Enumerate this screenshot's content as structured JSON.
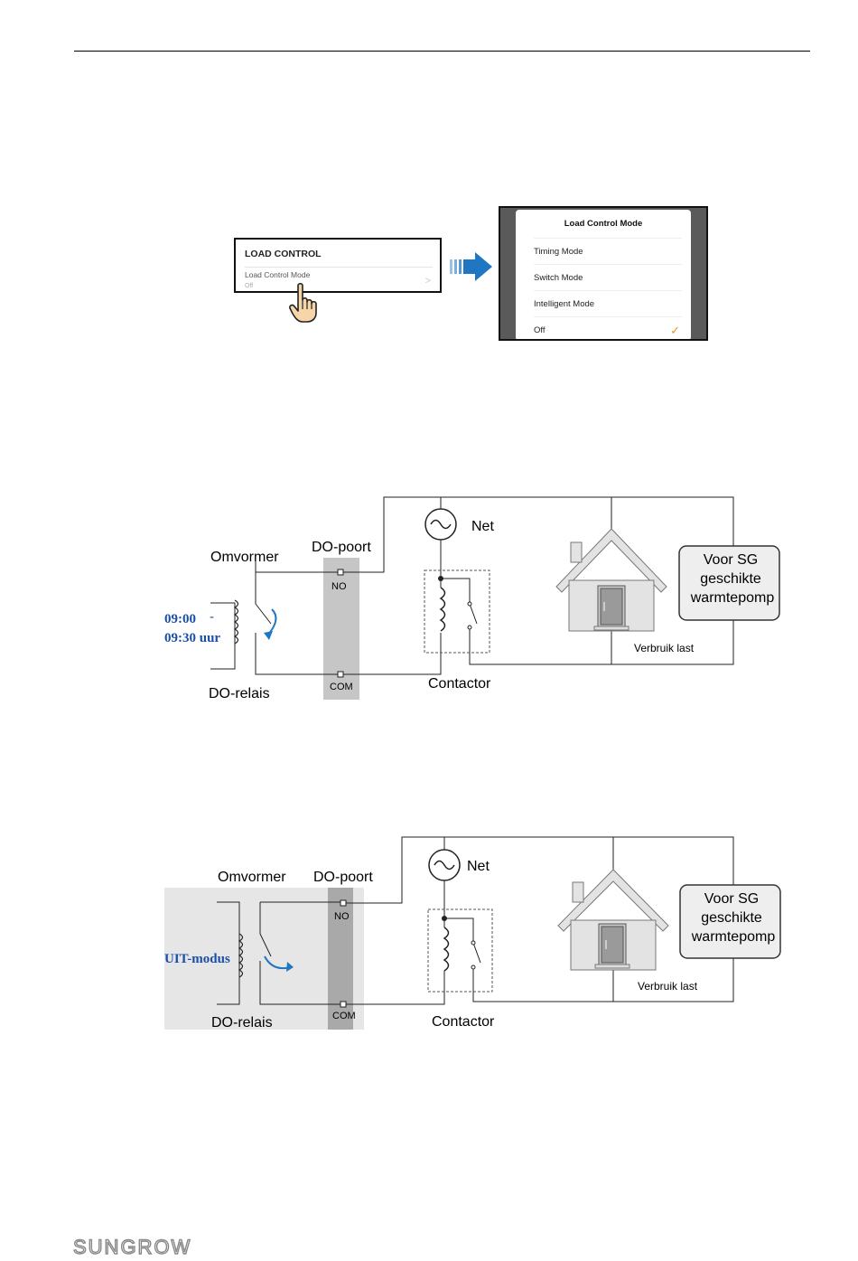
{
  "app": {
    "load_control": {
      "title": "LOAD CONTROL",
      "mode_label": "Load Control Mode",
      "mode_value": "Off",
      "chevron": ">"
    },
    "dialog": {
      "title": "Load Control Mode",
      "options": [
        "Timing Mode",
        "Switch Mode",
        "Intelligent Mode",
        "Off"
      ],
      "selected": "Off",
      "check_icon": "checkmark-icon",
      "accent_color": "#e8912d"
    },
    "arrow_icon": "right-arrow-icon",
    "hand_icon": "pointing-hand-icon",
    "arrow_color": "#1f76c2"
  },
  "diagram1": {
    "inverter": "Omvormer",
    "do_port": "DO-poort",
    "no": "NO",
    "com": "COM",
    "do_relay": "DO-relais",
    "time_start": "09:00",
    "time_end": "09:30 uur",
    "dash": "-",
    "grid": "Net",
    "contactor": "Contactor",
    "heatpump": [
      "Voor SG",
      "geschikte",
      "warmtepomp"
    ],
    "load": "Verbruik last"
  },
  "diagram2": {
    "inverter": "Omvormer",
    "do_port": "DO-poort",
    "no": "NO",
    "com": "COM",
    "do_relay": "DO-relais",
    "mode": "UIT-modus",
    "grid": "Net",
    "contactor": "Contactor",
    "heatpump": [
      "Voor SG",
      "geschikte",
      "warmtepomp"
    ],
    "load": "Verbruik last"
  },
  "footer": {
    "logo": "SUNGROW"
  }
}
